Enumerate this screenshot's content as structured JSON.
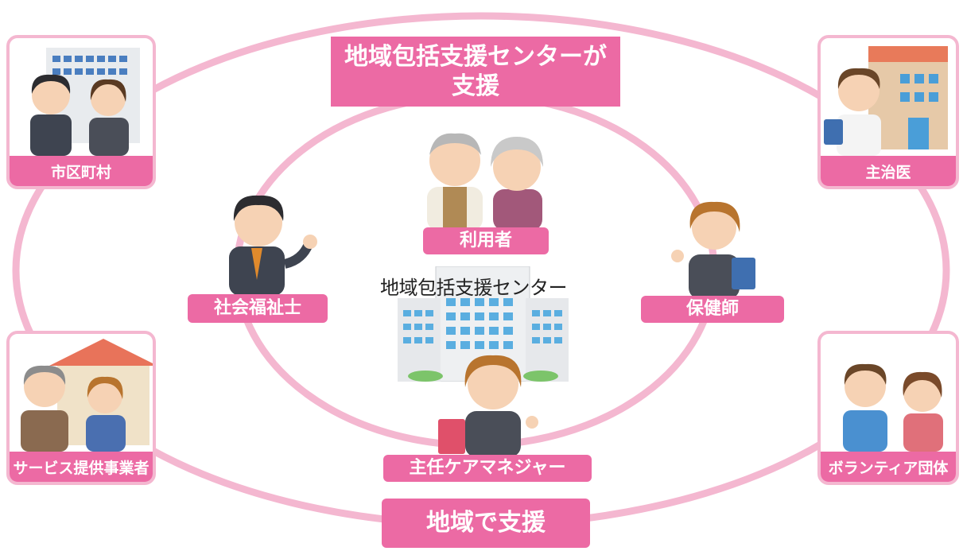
{
  "outer_top_label": "地域包括支援センターが\n支援",
  "outer_bottom_label": "地域で支援",
  "center_title": "地域包括支援センター",
  "inner": {
    "user": "利用者",
    "social_worker": "社会福祉士",
    "public_nurse": "保健師",
    "care_manager": "主任ケアマネジャー"
  },
  "cards": {
    "municipality": "市区町村",
    "family_doctor": "主治医",
    "service_provider": "サービス提供事業者",
    "volunteer": "ボランティア団体"
  },
  "colors": {
    "accent": "#ec6aa4",
    "ring": "#f4b7d0",
    "card_border": "#f4b7d0"
  }
}
